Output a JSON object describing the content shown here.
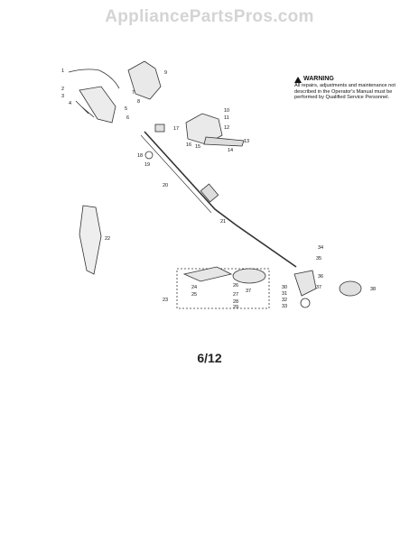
{
  "watermark": "AppliancePartsPros.com",
  "warning": {
    "title": "WARNING",
    "text": "All repairs, adjustments and maintenance not described in the Operator's Manual must be performed by Qualified Service Personnel."
  },
  "page_number": "6/12",
  "callouts": [
    "1",
    "2",
    "3",
    "4",
    "5",
    "6",
    "7",
    "8",
    "9",
    "10",
    "11",
    "12",
    "13",
    "14",
    "15",
    "16",
    "17",
    "18",
    "19",
    "20",
    "21",
    "22",
    "23",
    "24",
    "25",
    "26",
    "27",
    "28",
    "29",
    "30",
    "31",
    "32",
    "33",
    "34",
    "35",
    "36",
    "37",
    "37",
    "38"
  ]
}
